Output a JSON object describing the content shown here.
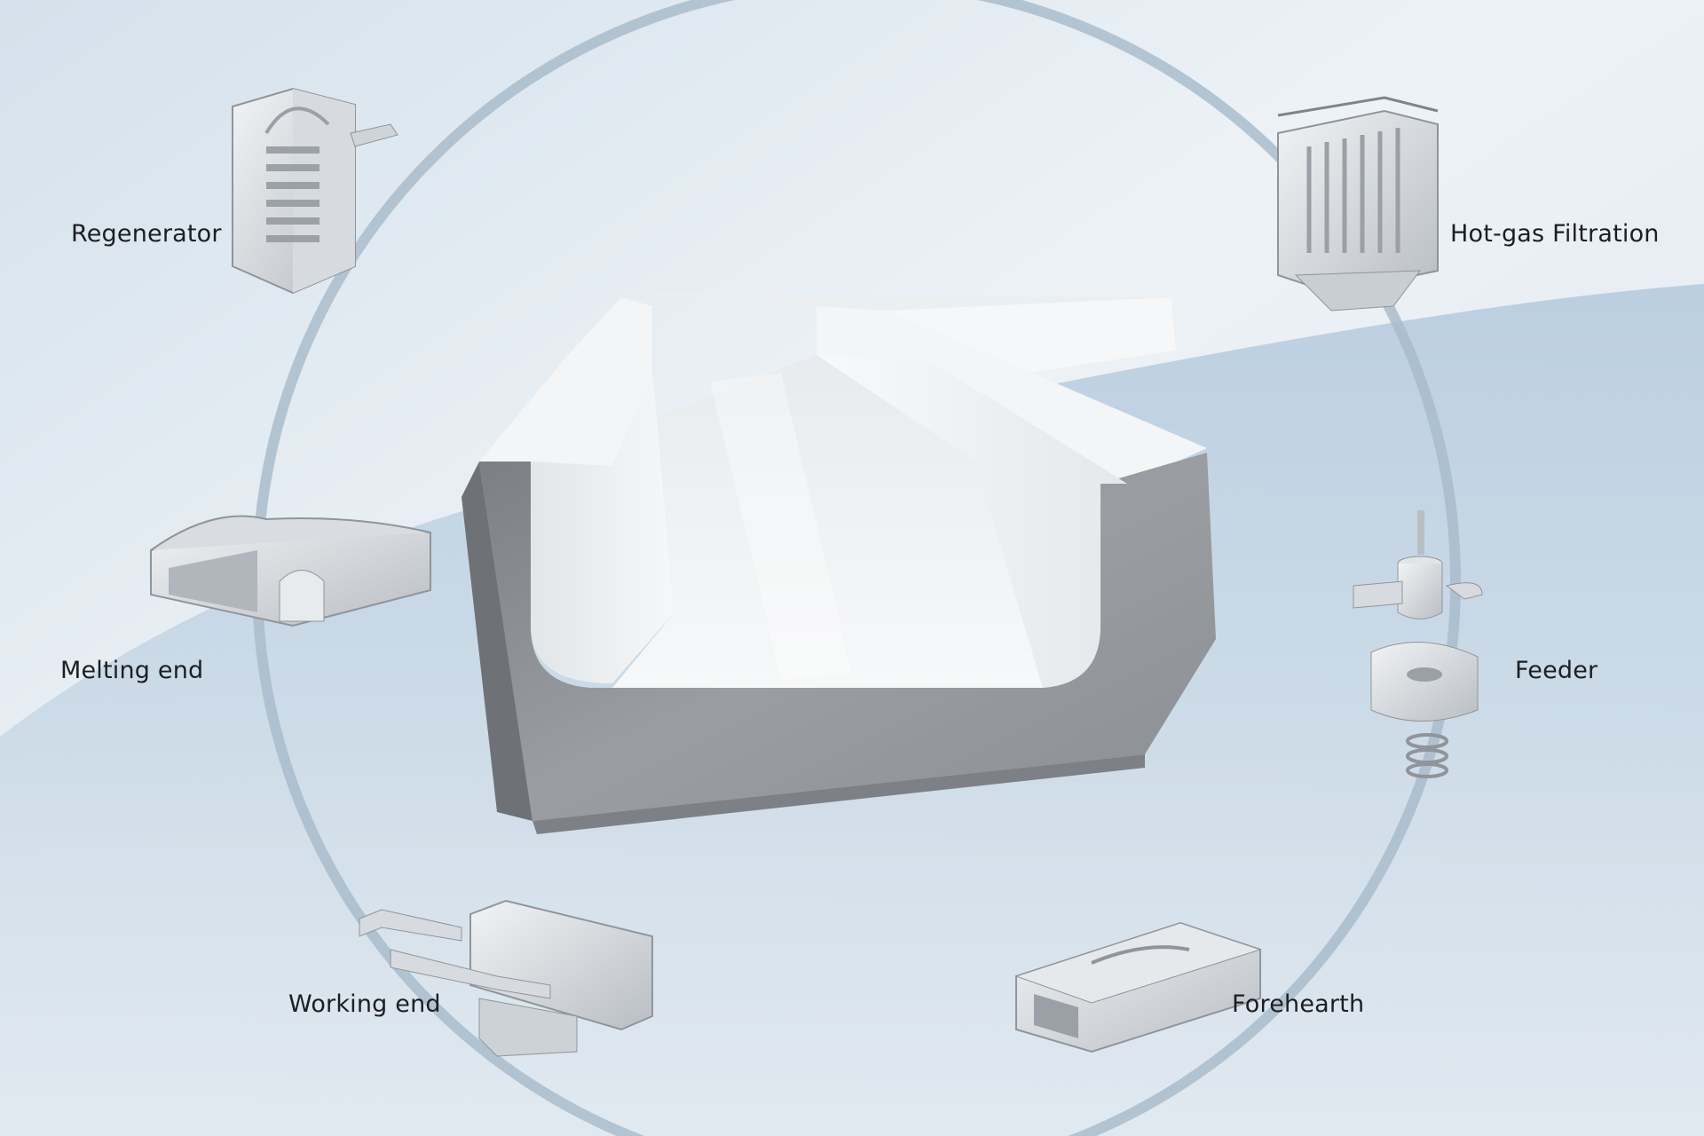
{
  "labels": {
    "regenerator": "Regenerator",
    "hot_gas_filtration": "Hot-gas Filtration",
    "melting_end": "Melting end",
    "feeder": "Feeder",
    "working_end": "Working end",
    "forehearth": "Forehearth"
  },
  "colors": {
    "background_light": "#e6eef4",
    "background_blue": "#b8cce0",
    "ring": "#a9bccb",
    "block_white": "#f2f4f5",
    "block_concrete": "#8e9296",
    "label_text": "#1c1e22"
  }
}
